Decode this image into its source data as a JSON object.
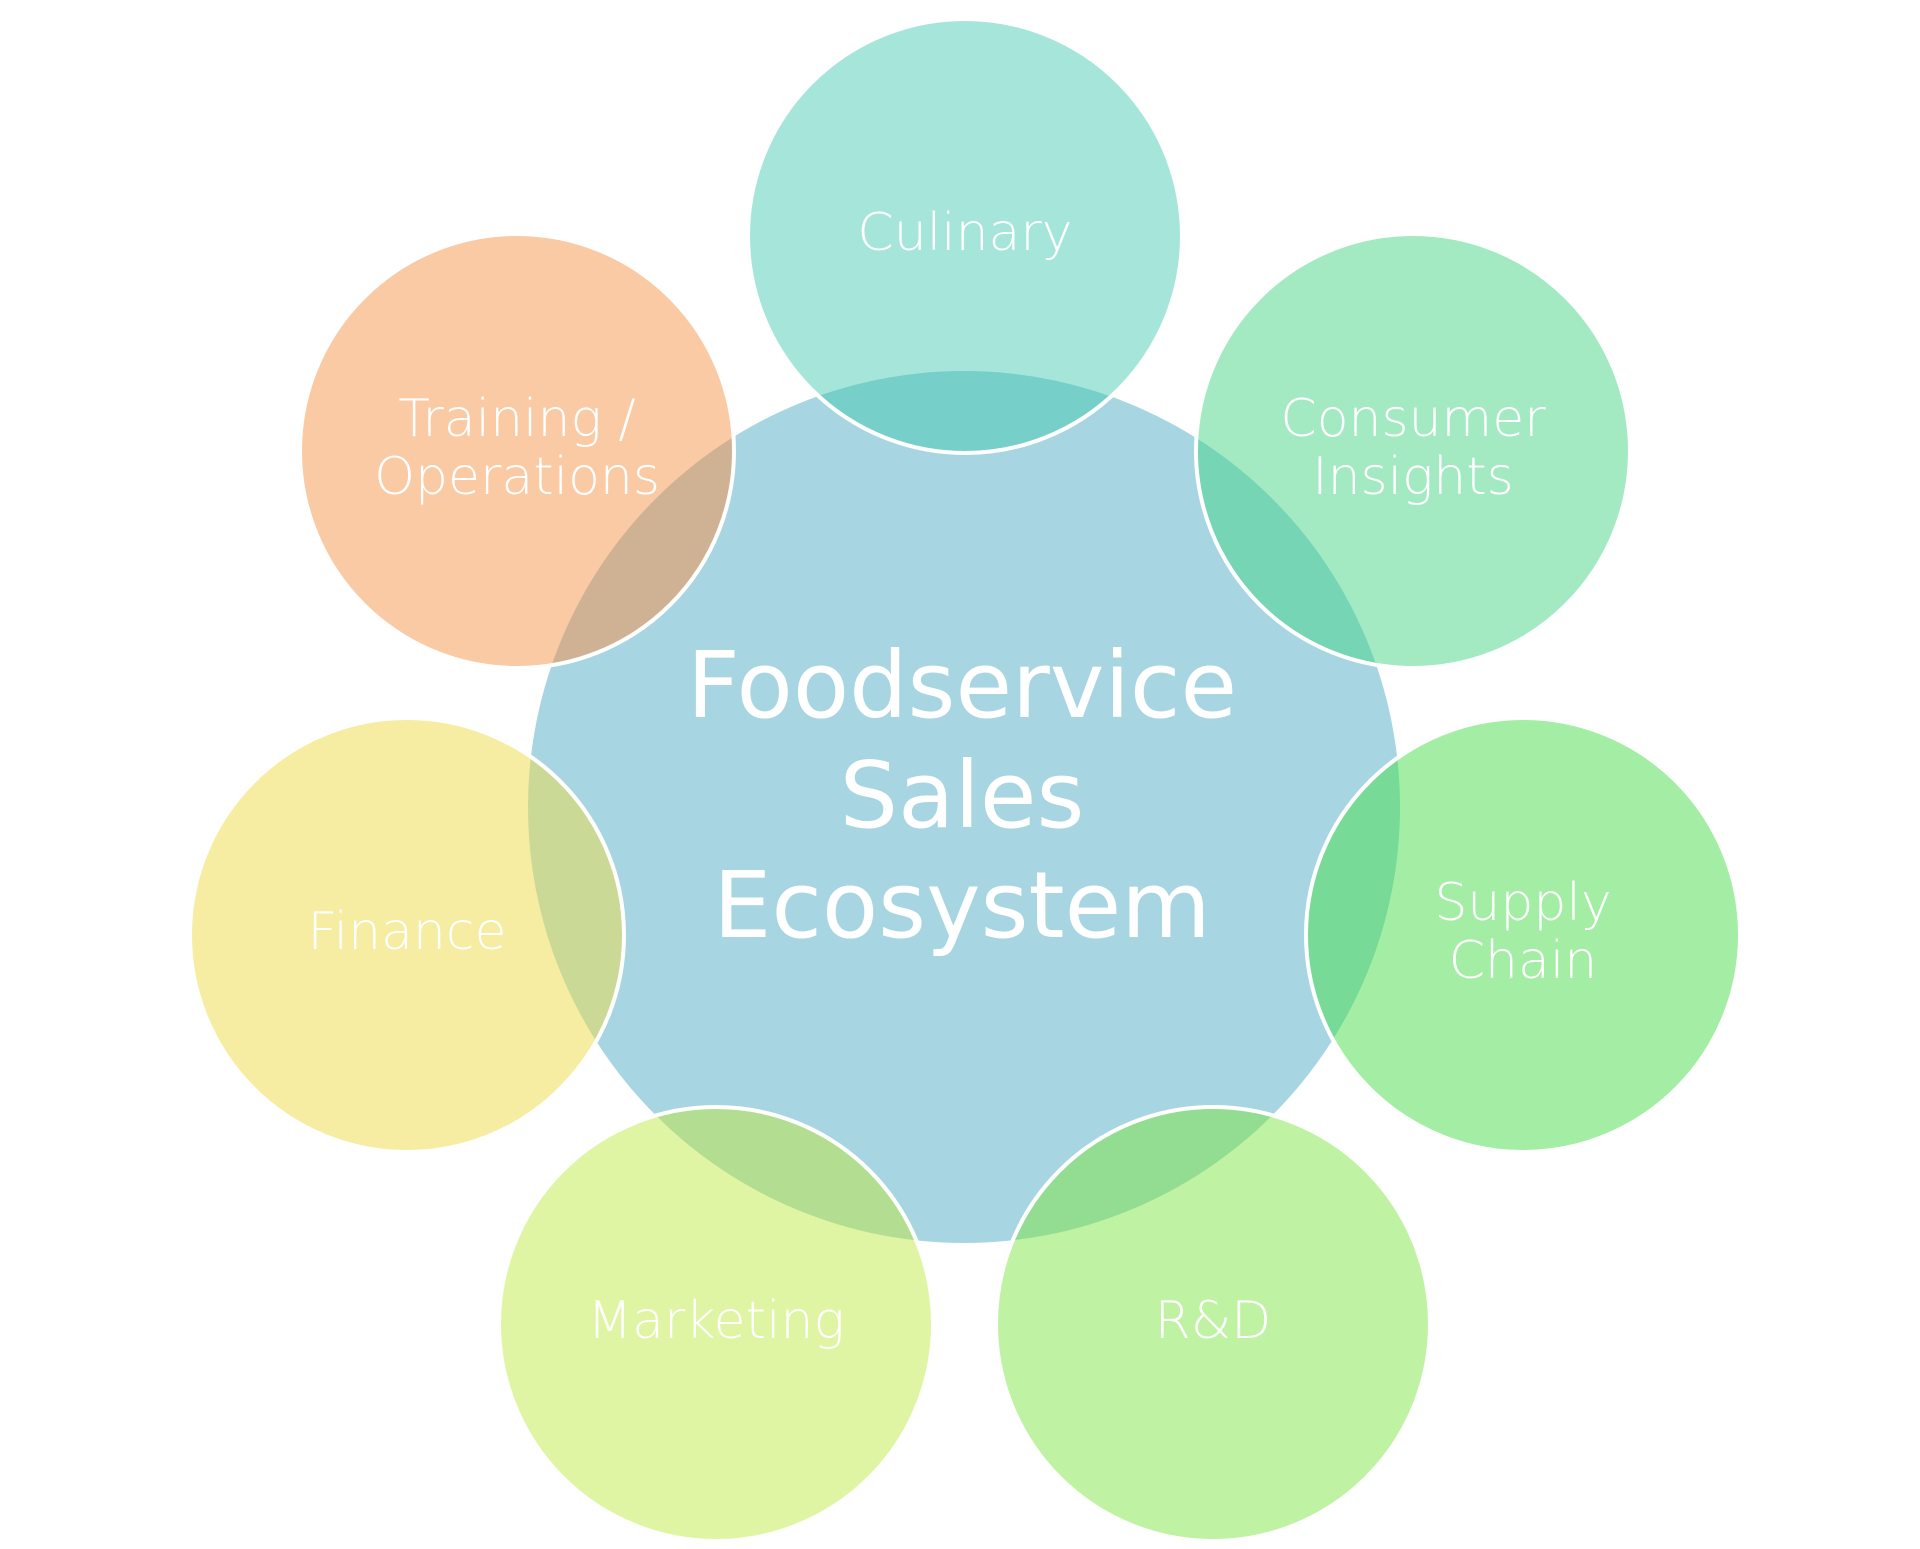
{
  "center": {
    "lines": [
      "Foodservice",
      "Sales",
      "Ecosystem"
    ],
    "color": "#a7d5e2"
  },
  "satellites": [
    {
      "id": "culinary",
      "lines": [
        "Culinary"
      ],
      "color": "#a6e6da"
    },
    {
      "id": "consumer-insights",
      "lines": [
        "Consumer",
        "Insights"
      ],
      "color": "#a3eac3"
    },
    {
      "id": "supply-chain",
      "lines": [
        "Supply",
        "Chain"
      ],
      "color": "#a3eea4"
    },
    {
      "id": "r-and-d",
      "lines": [
        "R&D"
      ],
      "color": "#c0f2a4"
    },
    {
      "id": "marketing",
      "lines": [
        "Marketing"
      ],
      "color": "#e0f5a3"
    },
    {
      "id": "finance",
      "lines": [
        "Finance"
      ],
      "color": "#f6eca2"
    },
    {
      "id": "training-operations",
      "lines": [
        "Training /",
        "Operations"
      ],
      "color": "#f9caa4"
    }
  ],
  "overlaps": {
    "culinary": "#77cfc9",
    "consumer-insights": "#75d5b5",
    "supply-chain": "#77da97",
    "r-and-d": "#93dd92",
    "marketing": "#b3de92",
    "finance": "#cbd997",
    "training-operations": "#ceb293"
  }
}
